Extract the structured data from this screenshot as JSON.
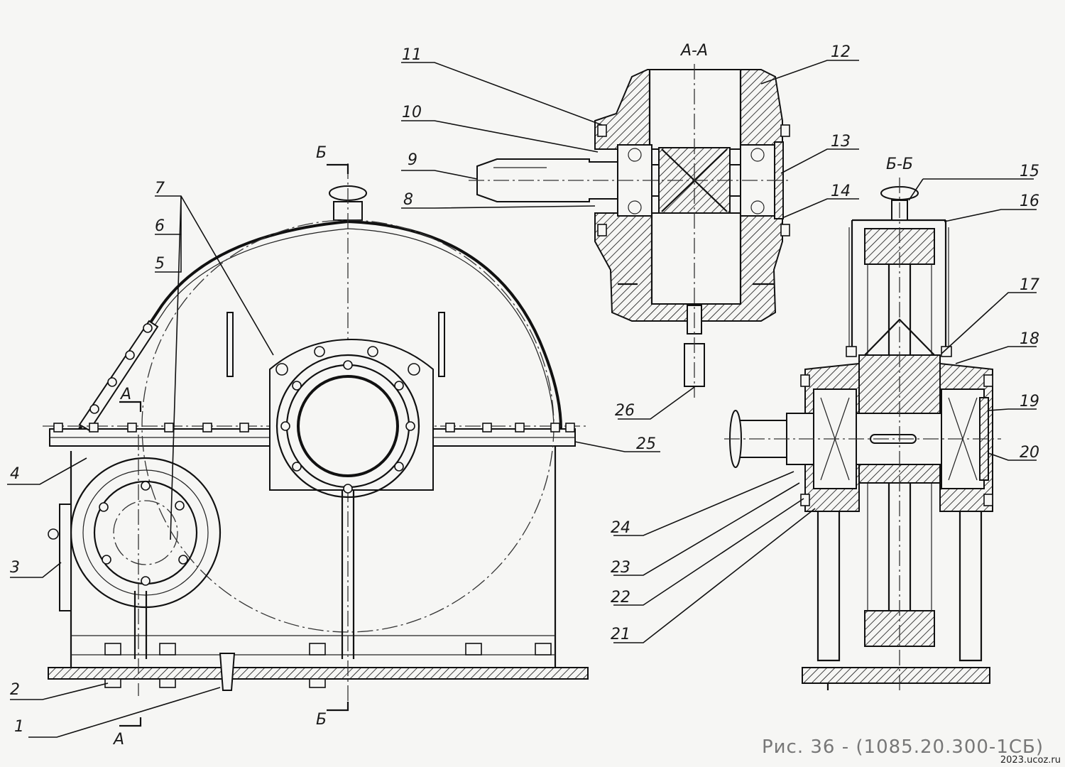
{
  "drawing": {
    "section_aa": "А-А",
    "section_bb": "Б-Б",
    "cut_a": "А",
    "cut_b": "Б",
    "caption": "Рис. 36 - (1085.20.300-1СБ)",
    "watermark": "2023.ucoz.ru"
  },
  "callouts": [
    "1",
    "2",
    "3",
    "4",
    "5",
    "6",
    "7",
    "8",
    "9",
    "10",
    "11",
    "12",
    "13",
    "14",
    "15",
    "16",
    "17",
    "18",
    "19",
    "20",
    "21",
    "22",
    "23",
    "24",
    "25",
    "26"
  ]
}
